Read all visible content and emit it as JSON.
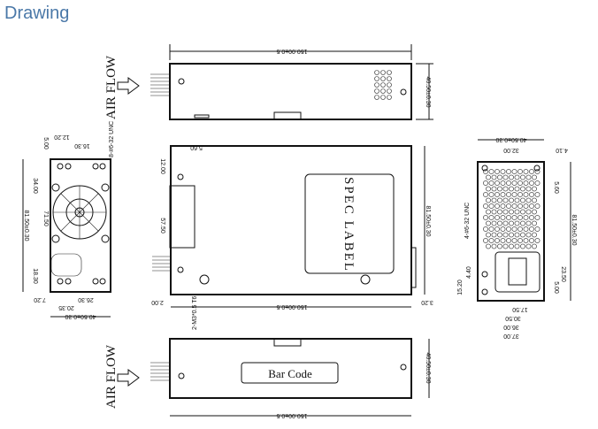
{
  "title": "Drawing",
  "air_flow": "AIR FLOW",
  "spec_label": "SPEC LABEL",
  "bar_code": "Bar Code",
  "top_view": {
    "length": "150.00±0.5",
    "width": "40.50±0.30"
  },
  "bottom_view": {
    "length": "150.00±0.5",
    "width": "40.50±0.30"
  },
  "side_view": {
    "length": "150.00±0.5",
    "height": "81.50±0.30",
    "d12": "12.00",
    "d560": "5.60",
    "d5750": "57.50",
    "d200": "2.00",
    "d320": "3.20",
    "screw": "2-M3*0.5 T6"
  },
  "fan_view": {
    "screw": "8-#6-32 UNC",
    "d500": "5.00",
    "d1220": "12.20",
    "d1630": "16.30",
    "d34": "34.00",
    "d7150": "71.50",
    "height": "81.50±0.30",
    "d1830": "18.30",
    "d720": "7.20",
    "d2630": "26.30",
    "d2035": "20.35",
    "width": "40.50±0.30"
  },
  "ac_view": {
    "width": "40.50±0.30",
    "d32": "32.00",
    "d410": "4.10",
    "d560": "5.60",
    "screw": "4-#6-32 UNC",
    "height": "81.50±0.30",
    "d1520": "15.20",
    "d440": "4.40",
    "d500": "5.00",
    "d2350": "23.50",
    "d1750": "17.50",
    "d3050": "30.50",
    "d36": "36.00",
    "d37": "37.00"
  }
}
